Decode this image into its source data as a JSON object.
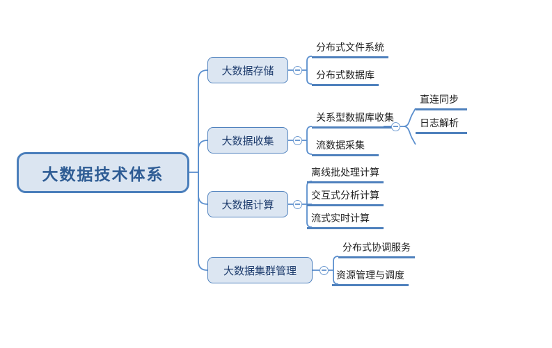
{
  "diagram": {
    "title": "大数据技术体系",
    "type": "mindmap",
    "background_color": "#ffffff",
    "colors": {
      "root_border": "#4a7ebb",
      "root_fill": "#dbe5f1",
      "root_text": "#2e5c94",
      "branch_border": "#4f81bd",
      "branch_fill": "#dce6f2",
      "branch_text": "#1f3d6e",
      "leaf_text": "#202020",
      "leaf_underline": "#4f81bd",
      "connector": "#5b8fce",
      "toggle": "#6f9bd1"
    },
    "root": {
      "label": "大数据技术体系"
    },
    "branches": [
      {
        "label": "大数据存储",
        "toggle_icon": "collapse-minus-icon",
        "toggle_state": "expanded",
        "children": [
          {
            "label": "分布式文件系统"
          },
          {
            "label": "分布式数据库"
          }
        ]
      },
      {
        "label": "大数据收集",
        "toggle_icon": "collapse-minus-icon",
        "toggle_state": "expanded",
        "children": [
          {
            "label": "关系型数据库收集",
            "toggle_icon": "collapse-minus-icon",
            "toggle_state": "expanded",
            "children": [
              {
                "label": "直连同步"
              },
              {
                "label": "日志解析"
              }
            ]
          },
          {
            "label": "流数据采集"
          }
        ]
      },
      {
        "label": "大数据计算",
        "toggle_icon": "collapse-minus-icon",
        "toggle_state": "expanded",
        "children": [
          {
            "label": "离线批处理计算"
          },
          {
            "label": "交互式分析计算"
          },
          {
            "label": "流式实时计算"
          }
        ]
      },
      {
        "label": "大数据集群管理",
        "toggle_icon": "collapse-minus-icon",
        "toggle_state": "expanded",
        "children": [
          {
            "label": "分布式协调服务"
          },
          {
            "label": "资源管理与调度"
          }
        ]
      }
    ]
  }
}
